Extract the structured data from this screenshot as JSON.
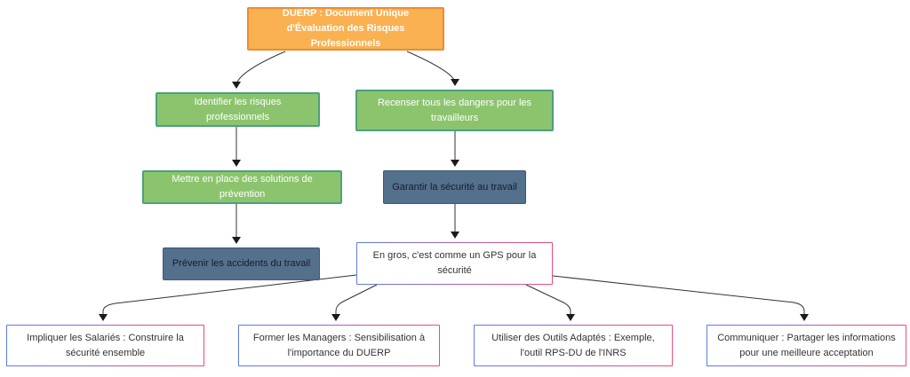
{
  "diagram": {
    "type": "flowchart",
    "nodes": {
      "duerp": {
        "label": "DUERP : Document Unique d'Évaluation des Risques Professionnels",
        "fill": "#f9b152",
        "border": "#ee8c31",
        "text_color": "#ffffff"
      },
      "identifier": {
        "label": "Identifier les risques professionnels",
        "fill": "#8cc46e",
        "border": "#4aa17c",
        "text_color": "#ffffff"
      },
      "recenser": {
        "label": "Recenser tous les dangers pour les travailleurs",
        "fill": "#8cc46e",
        "border": "#4aa17c",
        "text_color": "#ffffff"
      },
      "mettre": {
        "label": "Mettre en place des solutions de prévention",
        "fill": "#8cc46e",
        "border": "#4aa17c",
        "text_color": "#ffffff"
      },
      "garantir": {
        "label": "Garantir la sécurité au travail",
        "fill": "#53708d",
        "border": "#3d5a73",
        "text_color": "#1b1b29"
      },
      "prevenir": {
        "label": "Prévenir les accidents du travail",
        "fill": "#53708d",
        "border": "#3d5a73",
        "text_color": "#1b1b29"
      },
      "gps": {
        "label": "En gros, c'est comme un GPS pour la sécurité",
        "fill": "#ffffff",
        "border_gradient": [
          "#5b7ce8",
          "#ec4c7d"
        ],
        "text_color": "#333333"
      },
      "impliquer": {
        "label": "Impliquer les Salariés : Construire la sécurité ensemble",
        "fill": "#ffffff",
        "border_gradient": [
          "#5b7ce8",
          "#ec4c7d"
        ],
        "text_color": "#333333"
      },
      "former": {
        "label": "Former les Managers : Sensibilisation à l'importance du DUERP",
        "fill": "#ffffff",
        "border_gradient": [
          "#5b7ce8",
          "#ec4c7d"
        ],
        "text_color": "#333333"
      },
      "outils": {
        "label": "Utiliser des Outils Adaptés : Exemple, l'outil RPS-DU de l'INRS",
        "fill": "#ffffff",
        "border_gradient": [
          "#5b7ce8",
          "#ec4c7d"
        ],
        "text_color": "#333333"
      },
      "communiquer": {
        "label": "Communiquer : Partager les informations pour une meilleure acceptation",
        "fill": "#ffffff",
        "border_gradient": [
          "#5b7ce8",
          "#ec4c7d"
        ],
        "text_color": "#333333"
      }
    },
    "edges": [
      {
        "from": "duerp",
        "to": "identifier"
      },
      {
        "from": "duerp",
        "to": "recenser"
      },
      {
        "from": "identifier",
        "to": "mettre"
      },
      {
        "from": "recenser",
        "to": "garantir"
      },
      {
        "from": "mettre",
        "to": "prevenir"
      },
      {
        "from": "garantir",
        "to": "gps"
      },
      {
        "from": "gps",
        "to": "impliquer"
      },
      {
        "from": "gps",
        "to": "former"
      },
      {
        "from": "gps",
        "to": "outils"
      },
      {
        "from": "gps",
        "to": "communiquer"
      }
    ],
    "edge_color": "#333333"
  }
}
